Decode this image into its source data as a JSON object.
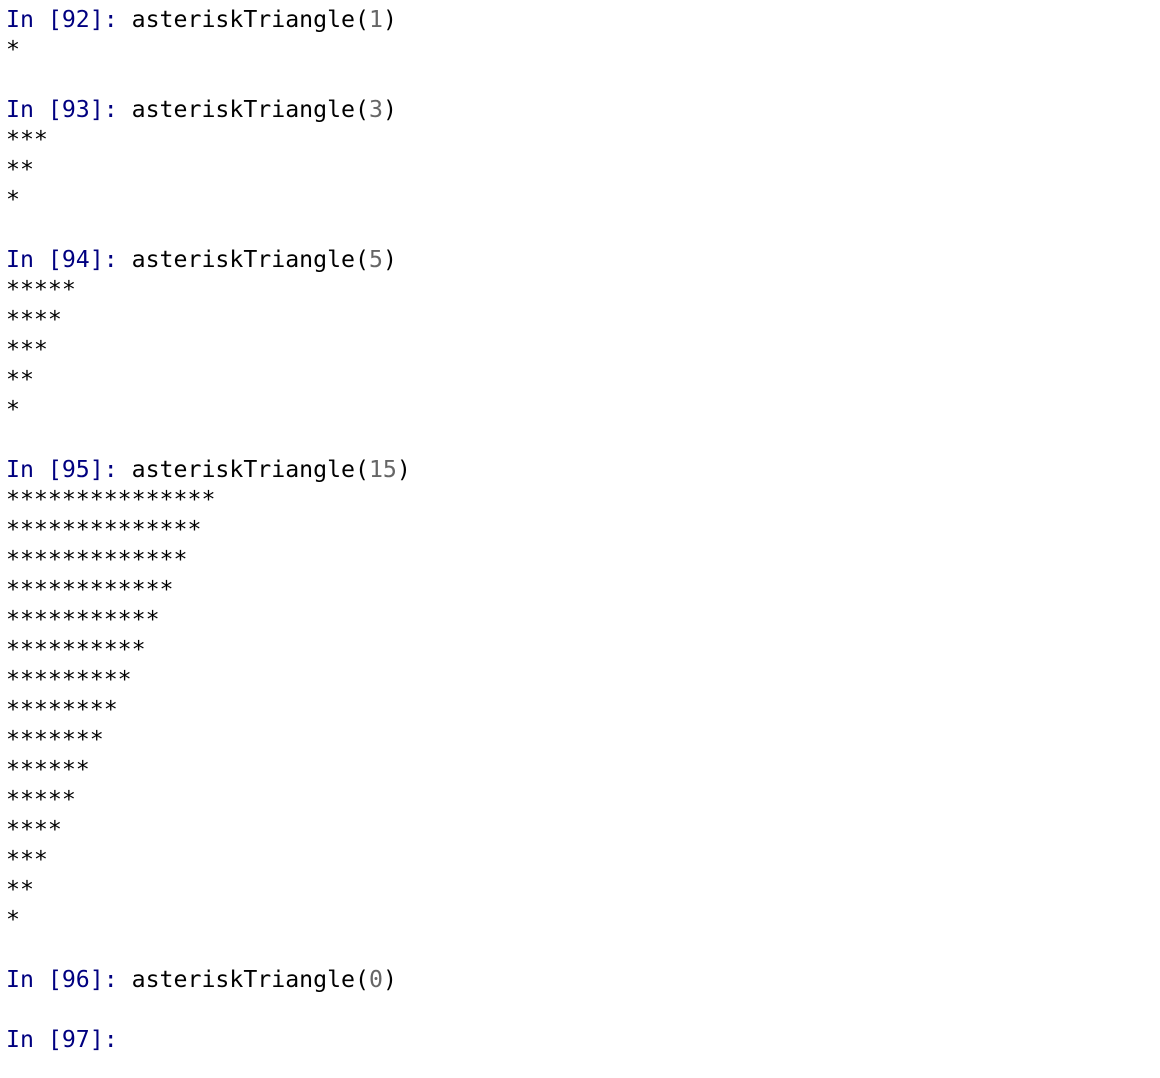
{
  "colors": {
    "prompt": "#000080",
    "number": "#666666",
    "text": "#000000",
    "background": "#ffffff"
  },
  "cells": [
    {
      "prompt": "In [92]: ",
      "func": "asteriskTriangle(",
      "arg": "1",
      "close": ")",
      "output": [
        "*"
      ]
    },
    {
      "prompt": "In [93]: ",
      "func": "asteriskTriangle(",
      "arg": "3",
      "close": ")",
      "output": [
        "***",
        "**",
        "*"
      ]
    },
    {
      "prompt": "In [94]: ",
      "func": "asteriskTriangle(",
      "arg": "5",
      "close": ")",
      "output": [
        "*****",
        "****",
        "***",
        "**",
        "*"
      ]
    },
    {
      "prompt": "In [95]: ",
      "func": "asteriskTriangle(",
      "arg": "15",
      "close": ")",
      "output": [
        "***************",
        "**************",
        "*************",
        "************",
        "***********",
        "**********",
        "*********",
        "********",
        "*******",
        "******",
        "*****",
        "****",
        "***",
        "**",
        "*"
      ]
    },
    {
      "prompt": "In [96]: ",
      "func": "asteriskTriangle(",
      "arg": "0",
      "close": ")",
      "output": []
    },
    {
      "prompt": "In [97]: ",
      "func": "",
      "arg": "",
      "close": "",
      "output": []
    }
  ]
}
